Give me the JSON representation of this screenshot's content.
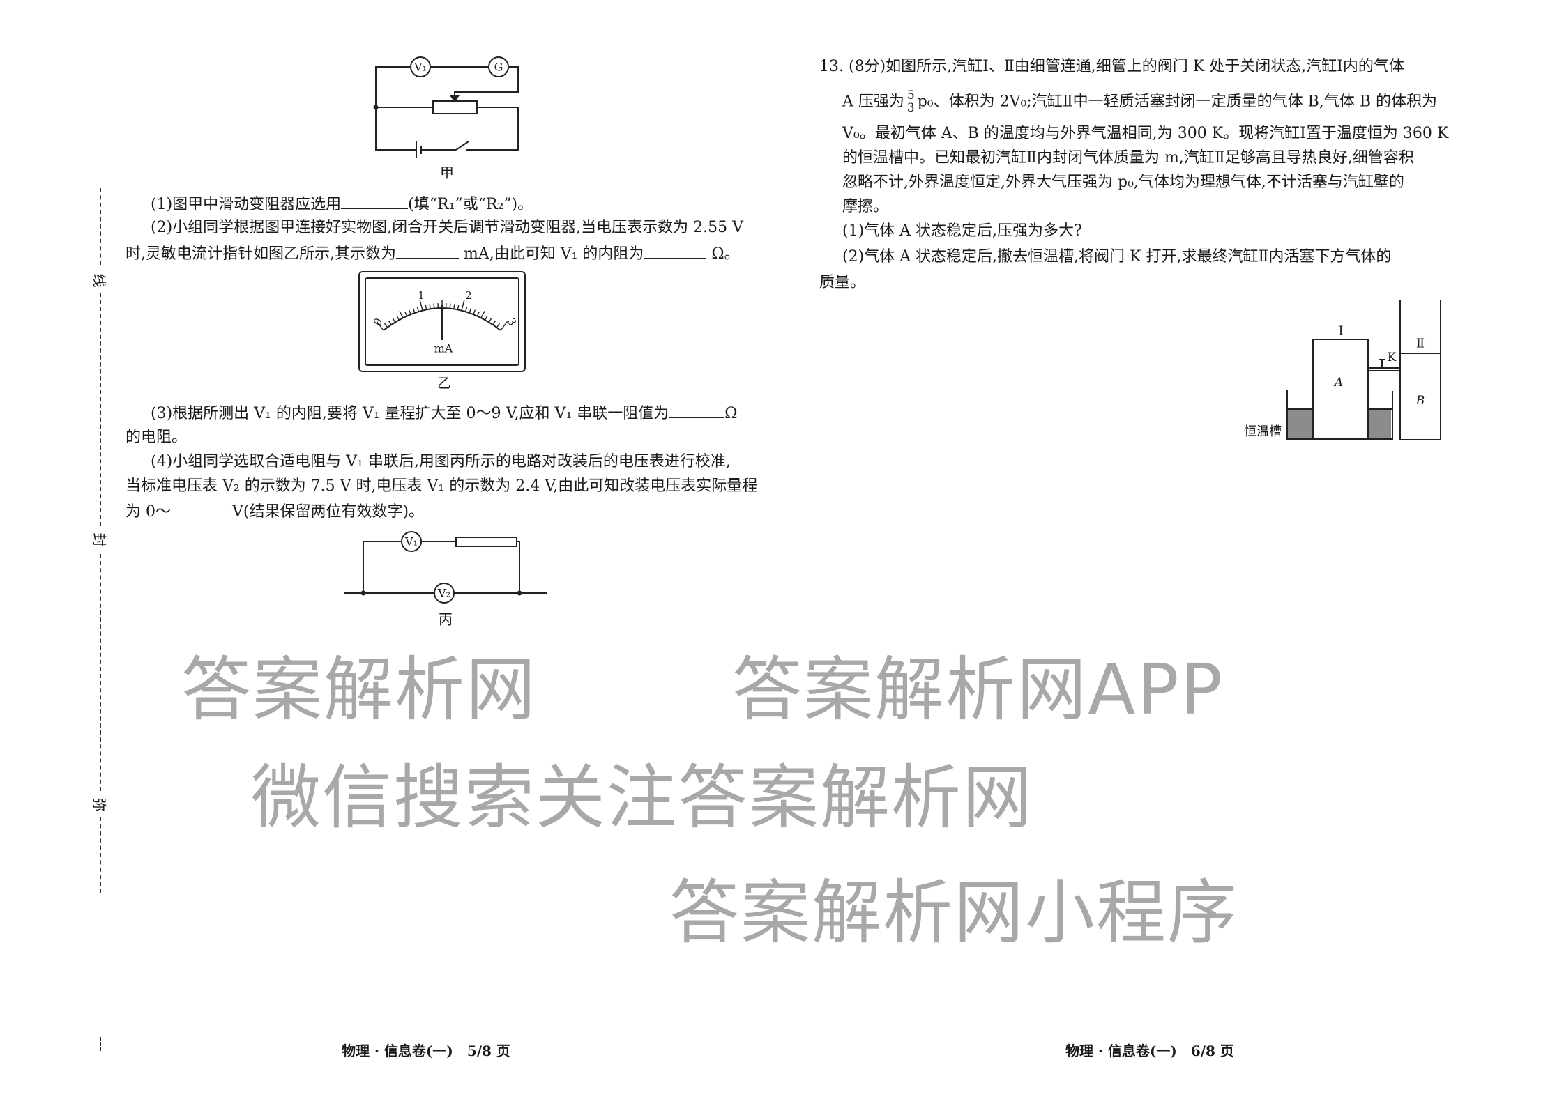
{
  "margin": {
    "labels": [
      "线",
      "封",
      "弥"
    ]
  },
  "left_page": {
    "figure_jia_label": "甲",
    "figure_jia": {
      "meter_v1": "V₁",
      "meter_g": "G"
    },
    "q1": {
      "before": "(1)图甲中滑动变阻器应选用",
      "after": "(填“R₁”或“R₂”)。"
    },
    "q2": {
      "line1": "(2)小组同学根据图甲连接好实物图,闭合开关后调节滑动变阻器,当电压表示数为 2.55 V",
      "line2_a": "时,灵敏电流计指针如图乙所示,其示数为",
      "line2_b": " mA,由此可知 V₁ 的内阻为",
      "line2_c": " Ω。"
    },
    "figure_yi": {
      "ticks": [
        "0",
        "1",
        "2",
        "3"
      ],
      "unit": "mA",
      "label": "乙"
    },
    "q3": {
      "line1": "(3)根据所测出 V₁ 的内阻,要将 V₁ 量程扩大至 0～9 V,应和 V₁ 串联一阻值为",
      "unit": "Ω",
      "line2": "的电阻。"
    },
    "q4": {
      "line1": "(4)小组同学选取合适电阻与 V₁ 串联后,用图丙所示的电路对改装后的电压表进行校准,",
      "line2": "当标准电压表 V₂ 的示数为 7.5 V 时,电压表 V₁ 的示数为 2.4 V,由此可知改装电压表实际量程",
      "line3_a": "为 0～",
      "line3_b": "V(结果保留两位有效数字)。"
    },
    "figure_bing": {
      "meter_v1": "V₁",
      "meter_v2": "V₂",
      "label": "丙"
    },
    "footer": "物理 · 信息卷(一)　5/8 页"
  },
  "right_page": {
    "q13": {
      "line1": "13. (8分)如图所示,汽缸Ⅰ、Ⅱ由细管连通,细管上的阀门 K 处于关闭状态,汽缸Ⅰ内的气体",
      "line2_a": "A 压强为",
      "frac_num": "5",
      "frac_den": "3",
      "line2_b": "p₀、体积为 2V₀;汽缸Ⅱ中一轻质活塞封闭一定质量的气体 B,气体 B 的体积为",
      "line3": "V₀。最初气体 A、B 的温度均与外界气温相同,为 300 K。现将汽缸Ⅰ置于温度恒为 360 K",
      "line4": "的恒温槽中。已知最初汽缸Ⅱ内封闭气体质量为 m,汽缸Ⅱ足够高且导热良好,细管容积",
      "line5": "忽略不计,外界温度恒定,外界大气压强为 p₀,气体均为理想气体,不计活塞与汽缸壁的",
      "line6": "摩擦。",
      "sub1": "(1)气体 A 状态稳定后,压强为多大?",
      "sub2_line1": "(2)气体 A 状态稳定后,撤去恒温槽,将阀门 K 打开,求最终汽缸Ⅱ内活塞下方气体的",
      "sub2_line2": "质量。"
    },
    "figure": {
      "cyl1": "Ⅰ",
      "cyl2": "Ⅱ",
      "gas_a": "A",
      "gas_b": "B",
      "valve": "K",
      "bath": "恒温槽"
    },
    "footer": "物理 · 信息卷(一)　6/8 页"
  },
  "watermarks": [
    "答案解析网",
    "答案解析网APP",
    "微信搜索关注答案解析网",
    "答案解析网小程序"
  ]
}
